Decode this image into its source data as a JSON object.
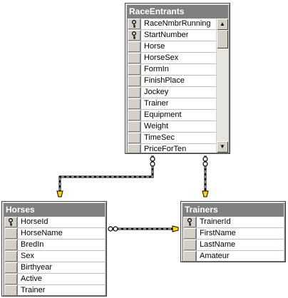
{
  "tables": {
    "race_entrants": {
      "title": "RaceEntrants",
      "fields": [
        {
          "name": "RaceNmbrRunning",
          "key": true
        },
        {
          "name": "StartNumber",
          "key": true
        },
        {
          "name": "Horse",
          "key": false
        },
        {
          "name": "HorseSex",
          "key": false
        },
        {
          "name": "FormIn",
          "key": false
        },
        {
          "name": "FinishPlace",
          "key": false
        },
        {
          "name": "Jockey",
          "key": false
        },
        {
          "name": "Trainer",
          "key": false
        },
        {
          "name": "Equipment",
          "key": false
        },
        {
          "name": "Weight",
          "key": false
        },
        {
          "name": "TimeSec",
          "key": false
        },
        {
          "name": "PriceForTen",
          "key": false
        }
      ]
    },
    "horses": {
      "title": "Horses",
      "fields": [
        {
          "name": "HorseId",
          "key": true
        },
        {
          "name": "HorseName",
          "key": false
        },
        {
          "name": "BredIn",
          "key": false
        },
        {
          "name": "Sex",
          "key": false
        },
        {
          "name": "Birthyear",
          "key": false
        },
        {
          "name": "Active",
          "key": false
        },
        {
          "name": "Trainer",
          "key": false
        }
      ]
    },
    "trainers": {
      "title": "Trainers",
      "fields": [
        {
          "name": "TrainerId",
          "key": true
        },
        {
          "name": "FirstName",
          "key": false
        },
        {
          "name": "LastName",
          "key": false
        },
        {
          "name": "Amateur",
          "key": false
        }
      ]
    }
  },
  "icons": {
    "primary_key": "key-icon",
    "scroll_up": "scroll-up-arrow-icon",
    "scroll_down": "scroll-down-arrow-icon"
  },
  "colors": {
    "title_bar": "#808080",
    "window_face": "#d4d0c8",
    "relationship_line": "#000000",
    "key_icon": "#ffd700"
  }
}
